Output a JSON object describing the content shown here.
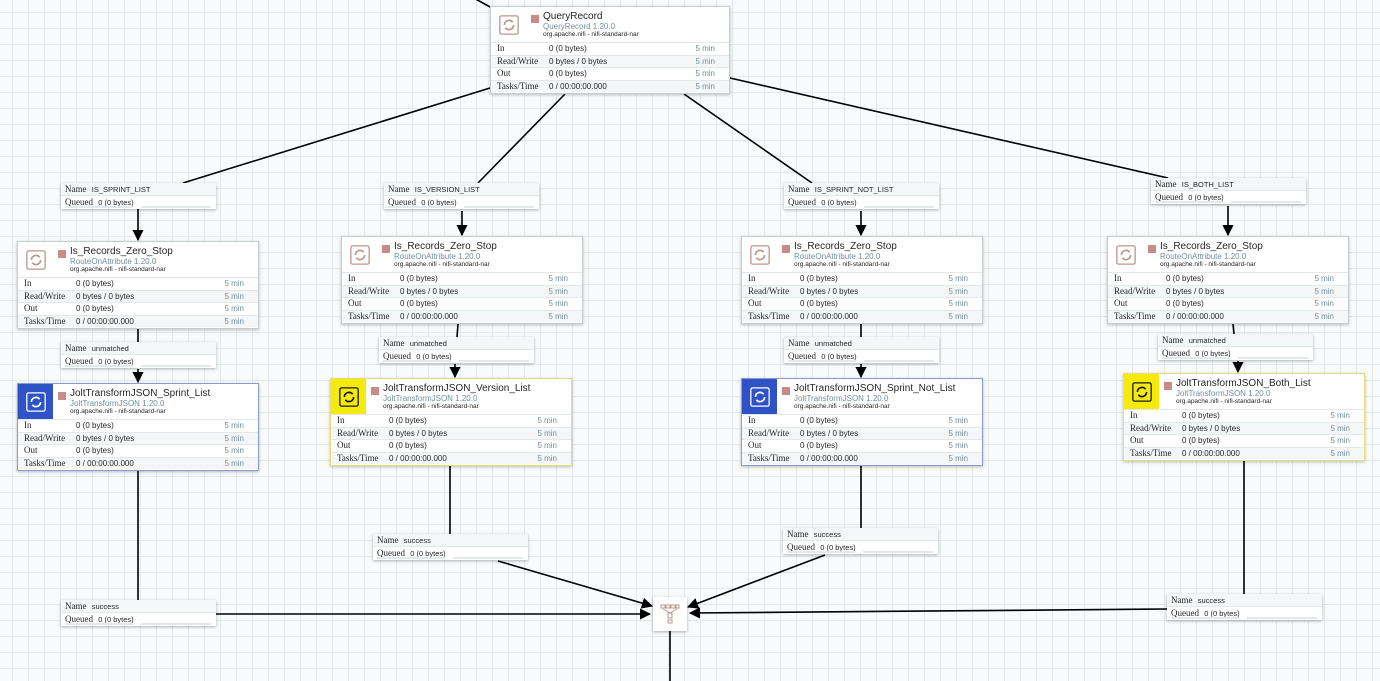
{
  "canvas": {
    "processors": [
      {
        "id": "query",
        "name": "QueryRecord",
        "type": "QueryRecord 1.20.0",
        "bundle": "org.apache.nifi - nifi-standard-nar",
        "state": "stopped",
        "selection": "none",
        "stats": {
          "in": "0 (0 bytes)",
          "read_write": "0 bytes / 0 bytes",
          "out": "0 (0 bytes)",
          "tasks_time": "0 / 00:00:00.000",
          "window": "5 min"
        }
      },
      {
        "id": "zero1",
        "name": "Is_Records_Zero_Stop",
        "type": "RouteOnAttribute 1.20.0",
        "bundle": "org.apache.nifi - nifi-standard-nar",
        "state": "stopped",
        "selection": "none",
        "stats": {
          "in": "0 (0 bytes)",
          "read_write": "0 bytes / 0 bytes",
          "out": "0 (0 bytes)",
          "tasks_time": "0 / 00:00:00.000",
          "window": "5 min"
        }
      },
      {
        "id": "zero2",
        "name": "Is_Records_Zero_Stop",
        "type": "RouteOnAttribute 1.20.0",
        "bundle": "org.apache.nifi - nifi-standard-nar",
        "state": "stopped",
        "selection": "none",
        "stats": {
          "in": "0 (0 bytes)",
          "read_write": "0 bytes / 0 bytes",
          "out": "0 (0 bytes)",
          "tasks_time": "0 / 00:00:00.000",
          "window": "5 min"
        }
      },
      {
        "id": "zero3",
        "name": "Is_Records_Zero_Stop",
        "type": "RouteOnAttribute 1.20.0",
        "bundle": "org.apache.nifi - nifi-standard-nar",
        "state": "stopped",
        "selection": "none",
        "stats": {
          "in": "0 (0 bytes)",
          "read_write": "0 bytes / 0 bytes",
          "out": "0 (0 bytes)",
          "tasks_time": "0 / 00:00:00.000",
          "window": "5 min"
        }
      },
      {
        "id": "zero4",
        "name": "Is_Records_Zero_Stop",
        "type": "RouteOnAttribute 1.20.0",
        "bundle": "org.apache.nifi - nifi-standard-nar",
        "state": "stopped",
        "selection": "none",
        "stats": {
          "in": "0 (0 bytes)",
          "read_write": "0 bytes / 0 bytes",
          "out": "0 (0 bytes)",
          "tasks_time": "0 / 00:00:00.000",
          "window": "5 min"
        }
      },
      {
        "id": "jolt1",
        "name": "JoltTransformJSON_Sprint_List",
        "type": "JoltTransformJSON 1.20.0",
        "bundle": "org.apache.nifi - nifi-standard-nar",
        "state": "stopped",
        "selection": "blue",
        "stats": {
          "in": "0 (0 bytes)",
          "read_write": "0 bytes / 0 bytes",
          "out": "0 (0 bytes)",
          "tasks_time": "0 / 00:00:00.000",
          "window": "5 min"
        }
      },
      {
        "id": "jolt2",
        "name": "JoltTransformJSON_Version_List",
        "type": "JoltTransformJSON 1.20.0",
        "bundle": "org.apache.nifi - nifi-standard-nar",
        "state": "stopped",
        "selection": "yellow",
        "stats": {
          "in": "0 (0 bytes)",
          "read_write": "0 bytes / 0 bytes",
          "out": "0 (0 bytes)",
          "tasks_time": "0 / 00:00:00.000",
          "window": "5 min"
        }
      },
      {
        "id": "jolt3",
        "name": "JoltTransformJSON_Sprint_Not_List",
        "type": "JoltTransformJSON 1.20.0",
        "bundle": "org.apache.nifi - nifi-standard-nar",
        "state": "stopped",
        "selection": "blue",
        "stats": {
          "in": "0 (0 bytes)",
          "read_write": "0 bytes / 0 bytes",
          "out": "0 (0 bytes)",
          "tasks_time": "0 / 00:00:00.000",
          "window": "5 min"
        }
      },
      {
        "id": "jolt4",
        "name": "JoltTransformJSON_Both_List",
        "type": "JoltTransformJSON 1.20.0",
        "bundle": "org.apache.nifi - nifi-standard-nar",
        "state": "stopped",
        "selection": "yellow",
        "stats": {
          "in": "0 (0 bytes)",
          "read_write": "0 bytes / 0 bytes",
          "out": "0 (0 bytes)",
          "tasks_time": "0 / 00:00:00.000",
          "window": "5 min"
        }
      }
    ],
    "labels": {
      "in": "In",
      "read_write": "Read/Write",
      "out": "Out",
      "tasks_time": "Tasks/Time",
      "name": "Name",
      "queued": "Queued"
    },
    "connections": [
      {
        "id": "c1",
        "name": "IS_SPRINT_LIST",
        "queued": "0 (0 bytes)"
      },
      {
        "id": "c2",
        "name": "IS_VERSION_LIST",
        "queued": "0 (0 bytes)"
      },
      {
        "id": "c3",
        "name": "IS_SPRINT_NOT_LIST",
        "queued": "0 (0 bytes)"
      },
      {
        "id": "c4",
        "name": "IS_BOTH_LIST",
        "queued": "0 (0 bytes)"
      },
      {
        "id": "c5",
        "name": "unmatched",
        "queued": "0 (0 bytes)"
      },
      {
        "id": "c6",
        "name": "unmatched",
        "queued": "0 (0 bytes)"
      },
      {
        "id": "c7",
        "name": "unmatched",
        "queued": "0 (0 bytes)"
      },
      {
        "id": "c8",
        "name": "unmatched",
        "queued": "0 (0 bytes)"
      },
      {
        "id": "c9",
        "name": "success",
        "queued": "0 (0 bytes)"
      },
      {
        "id": "c10",
        "name": "success",
        "queued": "0 (0 bytes)"
      },
      {
        "id": "c11",
        "name": "success",
        "queued": "0 (0 bytes)"
      },
      {
        "id": "c12",
        "name": "success",
        "queued": "0 (0 bytes)"
      }
    ],
    "funnel": {
      "icon": "funnel-icon"
    },
    "colors": {
      "stopped": "#c98a8a",
      "selected_blue": "#2f53c7",
      "selected_yellow": "#f5ea0c",
      "type_text": "#728e9b"
    }
  }
}
